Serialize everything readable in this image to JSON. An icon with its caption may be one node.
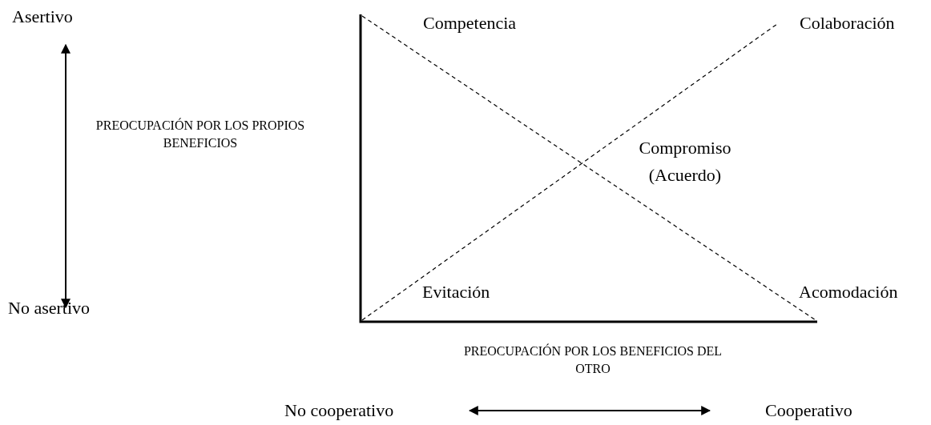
{
  "diagram": {
    "labels": [
      "Asertivo",
      "Competencia",
      "Colaboración",
      "PREOCUPACIÓN POR LOS PROPIOS BENEFICIOS",
      "Compromiso (Acuerdo)",
      "Evitación",
      "Acomodación",
      "No asertivo",
      "PREOCUPACIÓN POR LOS BENEFICIOS DEL OTRO",
      "No cooperativo",
      "Cooperativo"
    ]
  }
}
